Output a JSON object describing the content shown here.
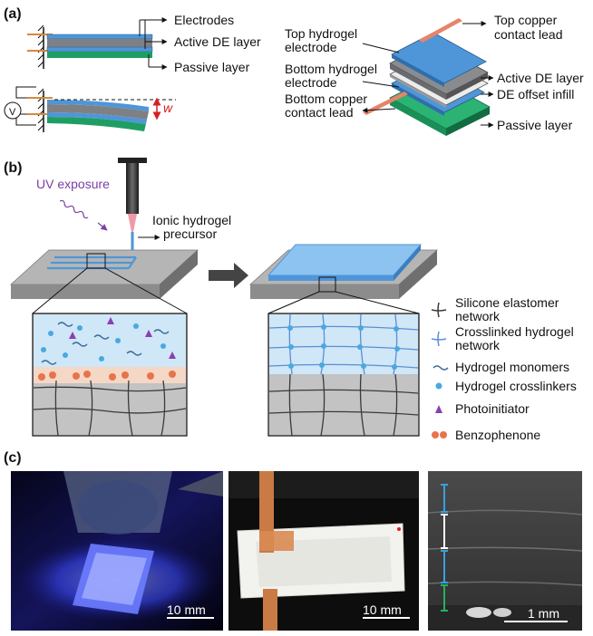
{
  "panel_a": {
    "tag": "(a)",
    "labels": {
      "electrodes": "Electrodes",
      "active_de_layer": "Active DE layer",
      "passive_layer": "Passive layer",
      "voltage_symbol": "V",
      "deflection_symbol": "w"
    },
    "stack": {
      "top_hydrogel_1": "Top hydrogel",
      "top_hydrogel_2": "electrode",
      "bottom_hydrogel_1": "Bottom hydrogel",
      "bottom_hydrogel_2": "electrode",
      "bottom_copper_1": "Bottom copper",
      "bottom_copper_2": "contact lead",
      "top_copper_1": "Top copper",
      "top_copper_2": "contact lead",
      "active_de_layer": "Active DE layer",
      "de_offset_infill": "DE offset infill",
      "passive_layer": "Passive layer"
    }
  },
  "panel_b": {
    "tag": "(b)",
    "uv_exposure": "UV exposure",
    "precursor_1": "Ionic hydrogel",
    "precursor_2": "precursor",
    "legend": {
      "silicone_1": "Silicone elastomer",
      "silicone_2": "network",
      "crosslinked_1": "Crosslinked hydrogel",
      "crosslinked_2": "network",
      "monomers": "Hydrogel monomers",
      "crosslinkers": "Hydrogel crosslinkers",
      "photoinitiator": "Photoinitiator",
      "benzophenone": "Benzophenone"
    }
  },
  "panel_c": {
    "tag": "(c)",
    "scale_1": "10 mm",
    "scale_2": "10 mm",
    "scale_3": "1 mm"
  },
  "colors": {
    "hydrogel_blue": "#4f96d8",
    "active_grey": "#7f8084",
    "passive_green": "#1f9e63",
    "copper": "#e8836a",
    "substrate_grey": "#a9a9a9",
    "uv_purple": "#7b3fa3",
    "deflection_red": "#d62020"
  }
}
